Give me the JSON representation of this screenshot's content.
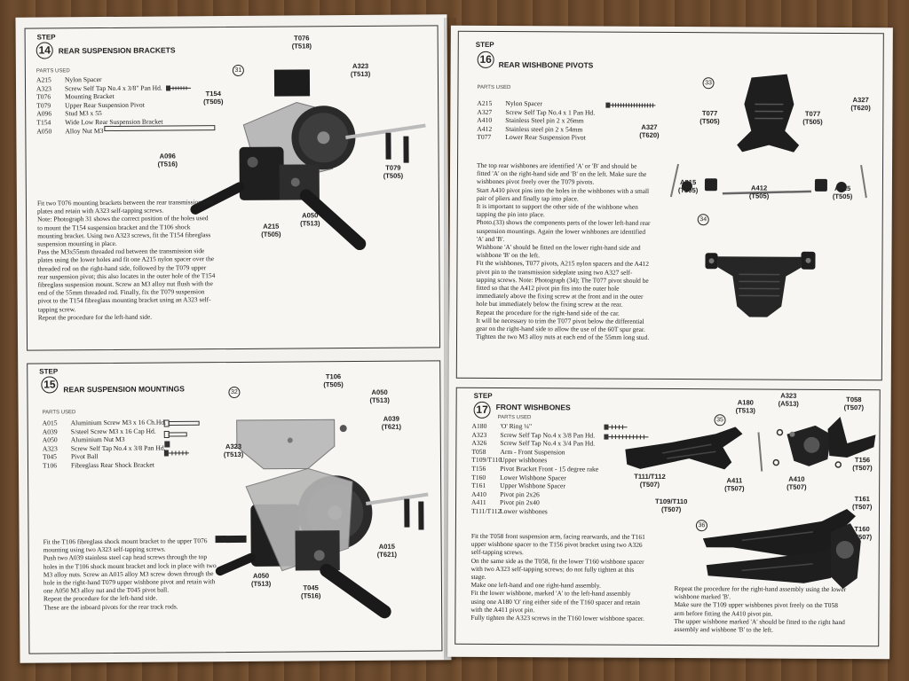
{
  "step14": {
    "step_label": "STEP",
    "number": "14",
    "title": "REAR SUSPENSION BRACKETS",
    "parts_header": "PARTS USED",
    "parts": [
      {
        "code": "A215",
        "desc": "Nylon Spacer"
      },
      {
        "code": "A323",
        "desc": "Screw Self Tap No.4 x 3/8\" Pan Hd."
      },
      {
        "code": "T076",
        "desc": "Mounting Bracket"
      },
      {
        "code": "T079",
        "desc": "Upper Rear Suspension Pivot"
      },
      {
        "code": "A096",
        "desc": "Stud M3 x 55"
      },
      {
        "code": "T154",
        "desc": "Wide Low Rear Suspension Bracket"
      },
      {
        "code": "A050",
        "desc": "Alloy Nut M3"
      }
    ],
    "photo_number": "31",
    "callouts": [
      {
        "text": "T076\n(T518)"
      },
      {
        "text": "A323\n(T513)"
      },
      {
        "text": "T154\n(T505)"
      },
      {
        "text": "A096\n(T516)"
      },
      {
        "text": "T079\n(T505)"
      },
      {
        "text": "A050\n(T513)"
      },
      {
        "text": "A215\n(T505)"
      }
    ],
    "description": [
      "Fit two T076 mounting brackets between the rear transmission side plates and retain with A323 self-tapping screws.",
      "Note: Photograph 31 shows the correct position of the holes used to mount the T154 suspension bracket and the T106 shock mounting bracket. Using two A323 screws, fit the T154 fibreglass suspension mounting in place.",
      "Pass the M3x55mm threaded rod between the transmission side plates using the lower holes and fit one A215 nylon spacer over the threaded rod on the right-hand side, followed by the T079 upper rear suspension pivot; this also locates in the outer hole of the T154 fibreglass suspension mount. Screw an M3 alloy nut flush with the end of the 55mm threaded rod. Finally, fix the T079 suspension pivot to the T154 fibreglass mounting bracket using an A323 self-tapping screw.",
      "Repeat the procedure for the left-hand side."
    ]
  },
  "step15": {
    "step_label": "STEP",
    "number": "15",
    "title": "REAR SUSPENSION MOUNTINGS",
    "parts_header": "PARTS USED",
    "parts": [
      {
        "code": "A015",
        "desc": "Aluminium Screw M3 x 16 Ch.Hd."
      },
      {
        "code": "A039",
        "desc": "S/steel Screw M3 x 16 Cap Hd."
      },
      {
        "code": "A050",
        "desc": "Aluminium Nut M3"
      },
      {
        "code": "A323",
        "desc": "Screw Self Tap No.4 x 3/8 Pan Hd."
      },
      {
        "code": "T045",
        "desc": "Pivot Ball"
      },
      {
        "code": "T106",
        "desc": "Fibreglass Rear Shock Bracket"
      }
    ],
    "photo_number": "32",
    "callouts": [
      {
        "text": "T106\n(T505)"
      },
      {
        "text": "A050\n(T513)"
      },
      {
        "text": "A039\n(T621)"
      },
      {
        "text": "A323\n(T513)"
      },
      {
        "text": "A015\n(T621)"
      },
      {
        "text": "A050\n(T513)"
      },
      {
        "text": "T045\n(T516)"
      }
    ],
    "description": [
      "Fit the T106 fibreglass shock mount bracket to the upper T076 mounting using two A323 self-tapping screws.",
      "Push two A039 stainless steel cap head screws through the top holes in the T106 shock mount bracket and lock in place with two M3 alloy nuts. Screw an A015 alloy M3 screw down through the hole in the right-hand T079 upper wishbone pivot and retain with one A050 M3 alloy nut and the T045 pivot ball.",
      "Repeat the procedure for the left-hand side.",
      "These are the inboard pivots for the rear track rods."
    ]
  },
  "step16": {
    "step_label": "STEP",
    "number": "16",
    "title": "REAR WISHBONE PIVOTS",
    "parts_header": "PARTS USED",
    "parts": [
      {
        "code": "A215",
        "desc": "Nylon Spacer"
      },
      {
        "code": "A327",
        "desc": "Screw Self Tap No.4 x 1 Pan Hd."
      },
      {
        "code": "A410",
        "desc": "Stainless Steel pin 2 x 26mm"
      },
      {
        "code": "A412",
        "desc": "Stainless steel pin 2 x 54mm"
      },
      {
        "code": "T077",
        "desc": "Lower Rear Suspension Pivot"
      }
    ],
    "photo_number_a": "33",
    "photo_number_b": "34",
    "callouts": [
      {
        "text": "A327\n(T620)"
      },
      {
        "text": "T077\n(T505)"
      },
      {
        "text": "T077\n(T505)"
      },
      {
        "text": "A327\n(T620)"
      },
      {
        "text": "A215\n(T505)"
      },
      {
        "text": "A412\n(T505)"
      },
      {
        "text": "A215\n(T505)"
      }
    ],
    "description": [
      "The top rear wishbones are identified 'A' or 'B' and should be fitted 'A' on the right-hand side and 'B' on the left. Make sure the wishbones pivot freely over the T079 pivots.",
      "Start A410 pivot pins into the holes in the wishbones with a small pair of pliers and finally tap into place.",
      "It is important to support the other side of the wishbone when tapping the pin into place.",
      "Photo.(33) shows the components parts of the lower left-hand rear suspension mountings. Again the lower wishbones are identified 'A' and 'B'.",
      "Wishbone 'A' should be fitted on the lower right-hand side and wishbone 'B' on the left.",
      "Fit the wishbones, T077 pivots, A215 nylon spacers and the A412 pivot pin to the transmission sideplate using two A327 self-tapping screws. Note: Photograph (34); The T077 pivot should be fitted so that the A412 pivot pin fits into the outer hole immediately above the fixing screw at the front and in the outer hole but immediately below the fixing screw at the rear.",
      "Repeat the procedure for the right-hand side of the car.",
      "It will be necessary to trim the T077 pivot below the differential gear on the right-hand side to allow the use of the 60T spur gear.",
      "Tighten the two M3 alloy nuts at each end of the 55mm long stud."
    ]
  },
  "step17": {
    "step_label": "STEP",
    "number": "17",
    "title": "FRONT WISHBONES",
    "parts_header": "PARTS USED",
    "parts": [
      {
        "code": "A180",
        "desc": "'O' Ring ¼\""
      },
      {
        "code": "A323",
        "desc": "Screw Self Tap No.4 x 3/8 Pan Hd."
      },
      {
        "code": "A326",
        "desc": "Screw Self Tap No.4 x 3/4 Pan Hd."
      },
      {
        "code": "T058",
        "desc": "Arm - Front Suspension"
      },
      {
        "code": "T109/T110",
        "desc": "Upper wishbones"
      },
      {
        "code": "T156",
        "desc": "Pivot Bracket Front - 15 degree rake"
      },
      {
        "code": "T160",
        "desc": "Lower Wishbone Spacer"
      },
      {
        "code": "T161",
        "desc": "Upper Wishbone Spacer"
      },
      {
        "code": "A410",
        "desc": "Pivot pin 2x26"
      },
      {
        "code": "A411",
        "desc": "Pivot pin 2x40"
      },
      {
        "code": "T111/T112",
        "desc": "Lower wishbones"
      }
    ],
    "photo_number_a": "35",
    "photo_number_b": "36",
    "callouts": [
      {
        "text": "A180\n(T513)"
      },
      {
        "text": "A323\n(A513)"
      },
      {
        "text": "T058\n(T507)"
      },
      {
        "text": "T156\n(T507)"
      },
      {
        "text": "T111/T112\n(T507)"
      },
      {
        "text": "A411\n(T507)"
      },
      {
        "text": "A410\n(T507)"
      },
      {
        "text": "T109/T110\n(T507)"
      },
      {
        "text": "T161\n(T507)"
      },
      {
        "text": "T160\n(T507)"
      }
    ],
    "description_left": [
      "Fit the T058 front suspension arm, facing rearwards, and the T161 upper wishbone spacer to the T156 pivot bracket using two A326 self-tapping screws.",
      "On the same side as the T058, fit the lower T160 wishbone spacer with two A323 self-tapping screws; do not fully tighten at this stage.",
      "Make one left-hand and one right-hand assembly.",
      "Fit the lower wishbone, marked 'A' to the left-hand assembly using one A180 'O' ring either side of the T160 spacer and retain with the A411 pivot pin.",
      "Fully tighten the A323 screws in the T160 lower wishbone spacer."
    ],
    "description_right": [
      "Repeat the procedure for the right-hand assembly using the lower wishbone marked 'B'.",
      "Make sure the T109 upper wishbones pivot freely on the T058 arm before fitting the A410 pivot pin.",
      "The upper wishbone marked 'A' should be fitted to the right hand assembly and wishbone 'B' to the left."
    ]
  }
}
